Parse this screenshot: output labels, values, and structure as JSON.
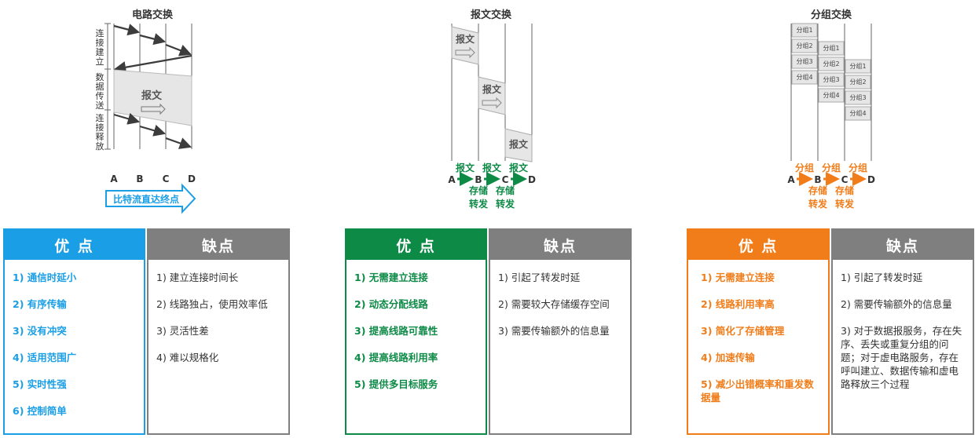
{
  "colors": {
    "circuit": "#1a9ee6",
    "message": "#0e8a47",
    "packet": "#f07d1a",
    "cons_header": "#7f7f7f",
    "arrow": "#3c3c3c"
  },
  "diagrams": {
    "circuit": {
      "title": "电路交换",
      "phases": [
        "连接建立",
        "数据传送",
        "连接释放"
      ],
      "message_label": "报文",
      "nodes": [
        "A",
        "B",
        "C",
        "D"
      ],
      "banner": "比特流直达终点"
    },
    "message": {
      "title": "报文交换",
      "message_label": "报文",
      "nodes": [
        "A",
        "B",
        "C",
        "D"
      ],
      "hop_label": "报文",
      "store_forward": [
        "存储",
        "转发"
      ]
    },
    "packet": {
      "title": "分组交换",
      "packets": [
        "分组1",
        "分组2",
        "分组3",
        "分组4"
      ],
      "nodes": [
        "A",
        "B",
        "C",
        "D"
      ],
      "hop_label": "分组",
      "store_forward": [
        "存储",
        "转发"
      ]
    }
  },
  "panels": {
    "circuit": {
      "pros_title": "优 点",
      "cons_title": "缺点",
      "pros": [
        "1) 通信时延小",
        "2) 有序传输",
        "3) 没有冲突",
        "4) 适用范围广",
        "5) 实时性强",
        "6) 控制简单"
      ],
      "cons": [
        "1) 建立连接时间长",
        "2) 线路独占，使用效率低",
        "3) 灵活性差",
        "4) 难以规格化"
      ]
    },
    "message": {
      "pros_title": "优 点",
      "cons_title": "缺点",
      "pros": [
        "1) 无需建立连接",
        "2) 动态分配线路",
        "3) 提高线路可靠性",
        "4) 提高线路利用率",
        "5) 提供多目标服务"
      ],
      "cons": [
        "1) 引起了转发时延",
        "2) 需要较大存储缓存空间",
        "3) 需要传输额外的信息量"
      ]
    },
    "packet": {
      "pros_title": "优 点",
      "cons_title": "缺点",
      "pros": [
        "1) 无需建立连接",
        "2) 线路利用率高",
        "3) 简化了存储管理",
        "4) 加速传输",
        "5) 减少出错概率和重发数据量"
      ],
      "cons": [
        "1) 引起了转发时延",
        "2) 需要传输额外的信息量",
        "3) 对于数据报服务，存在失序、丢失或重复分组的问题；对于虚电路服务，存在呼叫建立、数据传输和虚电路释放三个过程"
      ]
    }
  }
}
